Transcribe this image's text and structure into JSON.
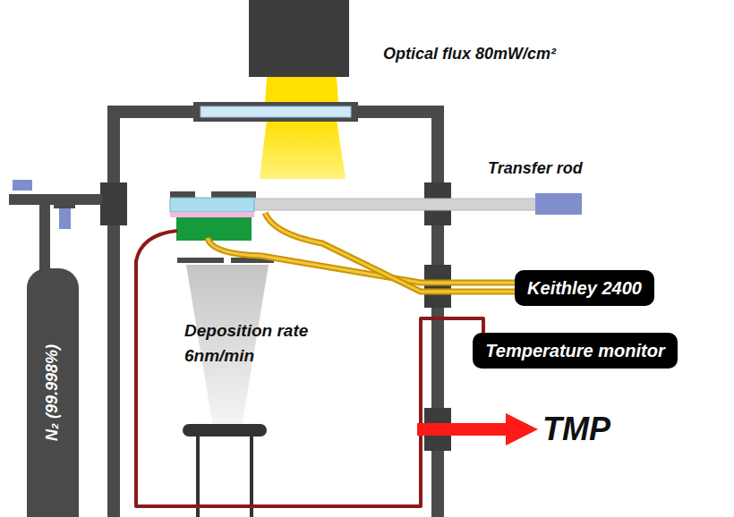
{
  "diagram": {
    "nodes": [
      {
        "text": [
          "N₂ (99.998%)"
        ]
      },
      {
        "text": [
          "Keithley 2400"
        ]
      },
      {
        "text": [
          "Temperature monitor"
        ]
      }
    ],
    "labels": [
      "Optical flux 80mW/cm²",
      "Transfer rod",
      "Deposition rate 6nm/min",
      "TMP"
    ]
  }
}
